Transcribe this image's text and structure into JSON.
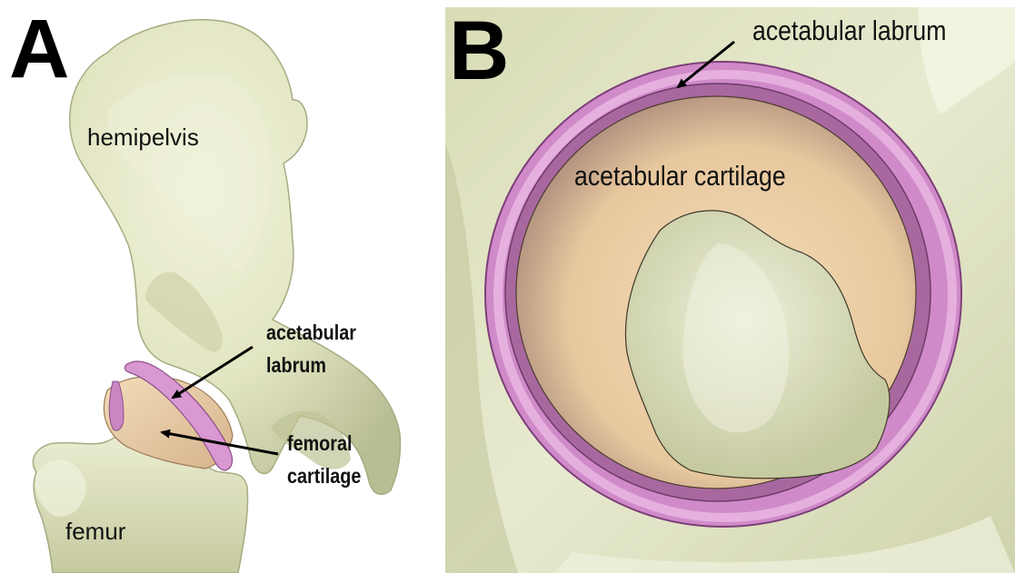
{
  "panels": {
    "a": {
      "letter": "A",
      "labels": {
        "hemipelvis": "hemipelvis",
        "labrum_line1": "acetabular",
        "labrum_line2": "labrum",
        "cartilage_line1": "femoral",
        "cartilage_line2": "cartilage",
        "femur": "femur"
      }
    },
    "b": {
      "letter": "B",
      "labels": {
        "labrum": "acetabular labrum",
        "cartilage": "acetabular cartilage"
      }
    }
  },
  "colors": {
    "bone": "#e6e8c8",
    "bone_shade": "#c7cba2",
    "bone_dark": "#a9ad84",
    "labrum": "#d998d2",
    "labrum_dark": "#a866a2",
    "cartilage": "#ecd0a8",
    "cartilage_dark": "#c8a480",
    "arrow": "#000000"
  }
}
